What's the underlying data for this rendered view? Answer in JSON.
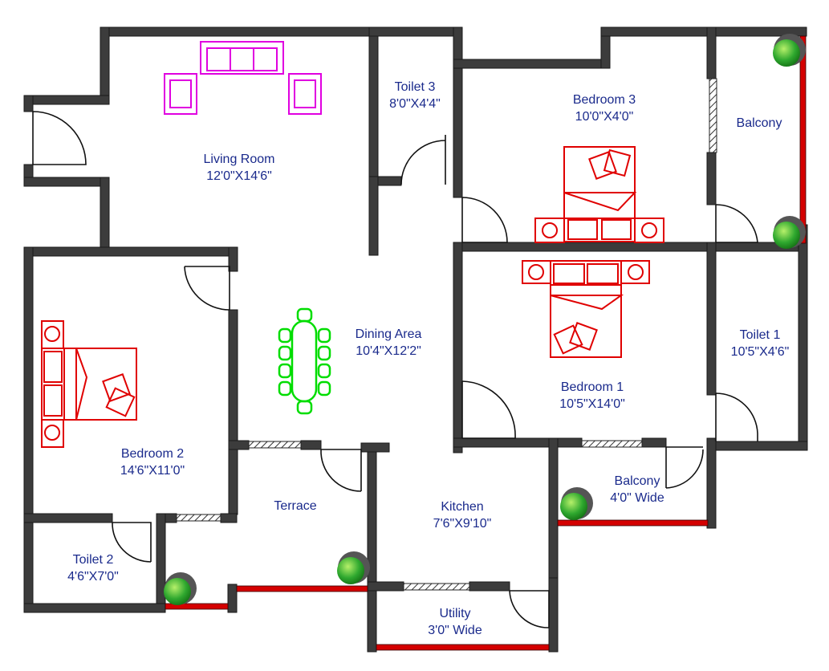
{
  "rooms": {
    "living": {
      "name": "Living Room",
      "size": "12'0\"X14'6\""
    },
    "toilet3": {
      "name": "Toilet 3",
      "size": "8'0\"X4'4\""
    },
    "bedroom3": {
      "name": "Bedroom 3",
      "size": "10'0\"X4'0\""
    },
    "balcony_top": {
      "name": "Balcony"
    },
    "dining": {
      "name": "Dining Area",
      "size": "10'4\"X12'2\""
    },
    "bedroom1": {
      "name": "Bedroom 1",
      "size": "10'5\"X14'0\""
    },
    "toilet1": {
      "name": "Toilet 1",
      "size": "10'5\"X4'6\""
    },
    "bedroom2": {
      "name": "Bedroom 2",
      "size": "14'6\"X11'0\""
    },
    "balcony_mid": {
      "name": "Balcony",
      "size": "4'0\" Wide"
    },
    "terrace": {
      "name": "Terrace"
    },
    "kitchen": {
      "name": "Kitchen",
      "size": "7'6\"X9'10\""
    },
    "toilet2": {
      "name": "Toilet 2",
      "size": "4'6\"X7'0\""
    },
    "utility": {
      "name": "Utility",
      "size": "3'0\" Wide"
    }
  },
  "colors": {
    "walls": "#3c3c3c",
    "labels": "#1a2a8c",
    "living_furniture": "#e000e0",
    "bed_furniture": "#e00000",
    "dining_furniture": "#00dd00",
    "railing": "#d40000",
    "plants": "#2fa82f"
  }
}
